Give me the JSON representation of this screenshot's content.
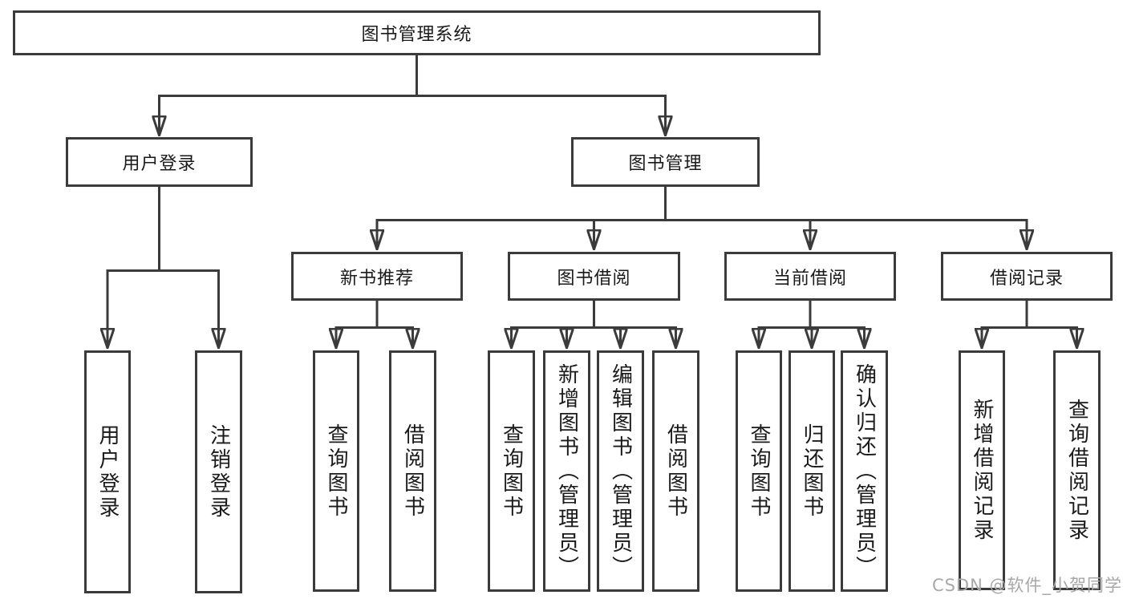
{
  "root": {
    "label": "图书管理系统"
  },
  "branches": {
    "login": {
      "label": "用户登录",
      "children": [
        "用户登录",
        "注销登录"
      ]
    },
    "manage": {
      "label": "图书管理",
      "children": [
        {
          "label": "新书推荐",
          "children": [
            "查询图书",
            "借阅图书"
          ]
        },
        {
          "label": "图书借阅",
          "children": [
            "查询图书",
            "新增图书（管理员）",
            "编辑图书（管理员）",
            "借阅图书"
          ]
        },
        {
          "label": "当前借阅",
          "children": [
            "查询图书",
            "归还图书",
            "确认归还（管理员）"
          ]
        },
        {
          "label": "借阅记录",
          "children": [
            "新增借阅记录",
            "查询借阅记录"
          ]
        }
      ]
    }
  },
  "watermark": "CSDN @软件_小贺同学",
  "colors": {
    "line": "#3b3b3b",
    "text": "#1a1a1a",
    "watermark": "#a8a8a8",
    "background": "#ffffff"
  }
}
